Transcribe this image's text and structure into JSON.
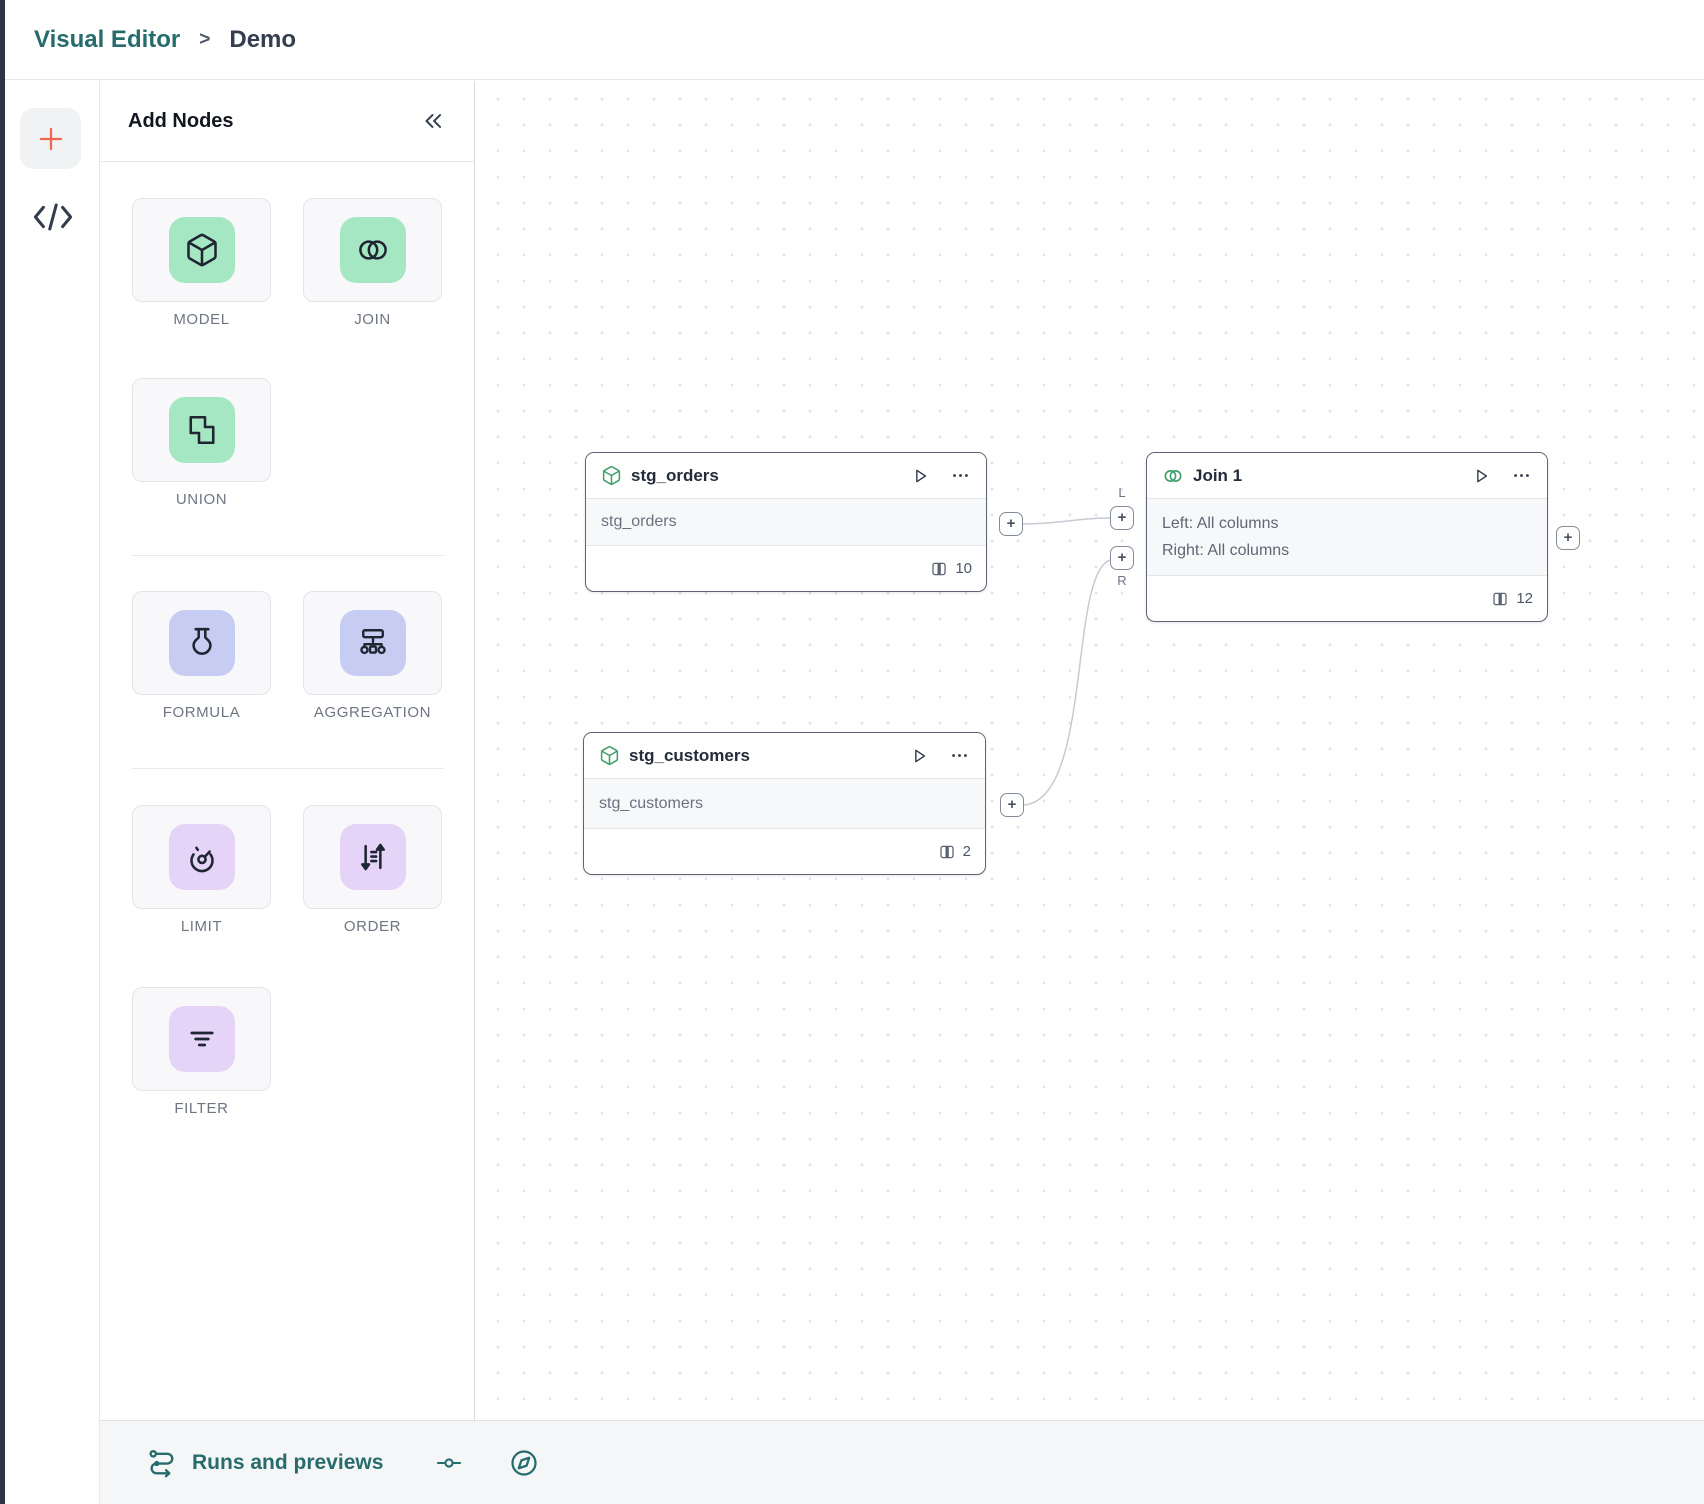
{
  "colors": {
    "teal": "#266c6c",
    "orange": "#ef684b",
    "green_tint": "#a6e7c3",
    "blue_tint": "#c7cdf2",
    "purple_tint": "#e5d4f7",
    "node_border": "#5c6473"
  },
  "header": {
    "breadcrumb": {
      "root": "Visual Editor",
      "separator": ">",
      "current": "Demo"
    }
  },
  "left_rail": {
    "buttons": [
      {
        "icon": "plus-icon"
      },
      {
        "icon": "code-icon"
      }
    ]
  },
  "panel": {
    "title": "Add Nodes",
    "collapse_icon": "chevrons-left-icon",
    "groups": [
      {
        "items": [
          {
            "label": "MODEL",
            "icon": "cube-icon"
          },
          {
            "label": "JOIN",
            "icon": "join-circles-icon"
          },
          {
            "label": "UNION",
            "icon": "union-squares-icon"
          }
        ]
      },
      {
        "items": [
          {
            "label": "FORMULA",
            "icon": "flask-icon"
          },
          {
            "label": "AGGREGATION",
            "icon": "aggregation-tree-icon"
          }
        ]
      },
      {
        "items": [
          {
            "label": "LIMIT",
            "icon": "gauge-icon"
          },
          {
            "label": "ORDER",
            "icon": "sort-arrows-icon"
          },
          {
            "label": "FILTER",
            "icon": "filter-lines-icon"
          }
        ]
      }
    ]
  },
  "canvas": {
    "nodes": [
      {
        "id": "stg_orders",
        "icon": "cube-icon",
        "title": "stg_orders",
        "subtitle": "stg_orders",
        "column_count": "10"
      },
      {
        "id": "stg_customers",
        "icon": "cube-icon",
        "title": "stg_customers",
        "subtitle": "stg_customers",
        "column_count": "2"
      },
      {
        "id": "join_1",
        "icon": "join-circles-icon",
        "title": "Join 1",
        "body": [
          "Left: All columns",
          "Right: All columns"
        ],
        "column_count": "12"
      }
    ],
    "ports": {
      "plus": "+",
      "left_label": "L",
      "right_label": "R"
    }
  },
  "bottom_bar": {
    "runs_label": "Runs and previews",
    "icons": [
      "runs-icon",
      "commit-icon",
      "compass-icon"
    ]
  }
}
